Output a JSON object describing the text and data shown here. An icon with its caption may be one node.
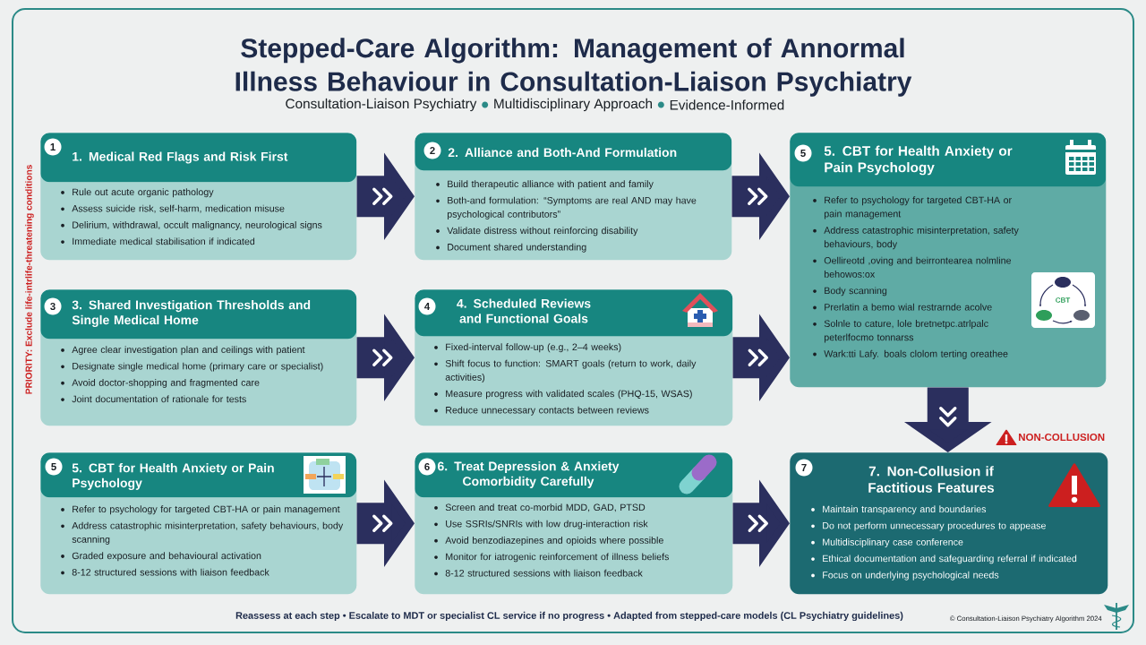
{
  "diagram": {
    "title": "Stepped-Care Algorithm: Management of Annormal Illness Behaviour in Consultation-Liaison Psychiatry",
    "nodes": [
      {
        "text": [
          "1",
          "1. Medical Red Flags and Risk First",
          "Rule out acute organic pathology",
          "Assess suicide risk, self-harm, medication misuse",
          "Delirium, withdrawal, occult malignancy, neurological signs",
          "Immediate medical stabilisation if indicated"
        ]
      },
      {
        "text": [
          "2",
          "2. Alliance and Both-And Formulation",
          "Build therapeutic alliance with patient and family",
          "Both-and formulation: “Symptoms are real AND may have psychological contributors”",
          "Validate distress without reinforcing disability",
          "Document shared understanding"
        ]
      },
      {
        "text": [
          "5",
          "5. CBT for Health Anxiety or Pain Psychology",
          "Refer to psychology for targeted CBT-HA or pain management",
          "Address catastrophic misinterpretation, safety behaviours, body",
          "Oellireotd ,oving and beirrontearea nolmline behowos:ox",
          "Body scanning",
          "Prerlatin a bemo wial restrarnde acolve",
          "Solnle to cature, lole bretnetpc.atrlpalc peterlfocmo tonnarss",
          "Wark:tti Lafy. boals clolom terting oreathee"
        ]
      },
      {
        "text": [
          "3",
          "3. Shared Investigation Thresholds and Single Medical Home",
          "Agree clear investigation plan and ceilings with patient",
          "Designate single medical home (primary care or specialist)",
          "Avoid doctor-shopping and fragmented care",
          "Joint documentation of rationale for tests"
        ]
      },
      {
        "text": [
          "4",
          "4. Scheduled Reviews and Functional Goals",
          "Fixed-interval follow-up (e.g., 2–4 weeks)",
          "Shift focus to function: SMART goals (return to work, daily activities)",
          "Measure progress with validated scales (PHQ-15, WSAS)",
          "Reduce unnecessary contacts between reviews"
        ]
      },
      {
        "text": [
          "5",
          "5. CBT for Health Anxiety or Pain Psychology",
          "Refer to psychology for targeted CBT-HA or pain management",
          "Address catastrophic misinterpretation, safety behaviours, body scanning",
          "Graded exposure and behavioural activation",
          "8-12 structured sessions with liaison feedback"
        ]
      },
      {
        "text": [
          "6",
          "6. Treat Depression & Anxiety Comorbidity Carefully",
          "Screen and treat co-morbid MDD, GAD, PTSD",
          "Use SSRIs/SNRIs with low drug-interaction risk",
          "Avoid benzodiazepines and opioids where possible",
          "Monitor for iatrogenic reinforcement of illness beliefs",
          "8-12 structured sessions with liaison feedback"
        ]
      },
      {
        "text": [
          "7",
          "7. Non-Collusion if Factitious Features",
          "Maintain transparency and boundaries",
          "Do not perform unnecessary procedures to appease",
          "Multidisciplinary case conference",
          "Ethical documentation and safeguarding referral if indicated",
          "Focus on underlying psychological needs"
        ],
        "beside": [
          "NON-COLLUSION"
        ]
      }
    ],
    "edges": [
      {
        "from": 0,
        "to": 1,
        "arrow": "to"
      },
      {
        "from": 1,
        "to": 2,
        "arrow": "to"
      },
      {
        "from": 3,
        "to": 4,
        "arrow": "to"
      },
      {
        "from": 4,
        "to": 2,
        "arrow": "to"
      },
      {
        "from": 5,
        "to": 6,
        "arrow": "to"
      },
      {
        "from": 6,
        "to": 7,
        "arrow": "to"
      },
      {
        "from": 2,
        "to": 7,
        "arrow": "to"
      }
    ],
    "labels": [
      "Consultation-Liaison Psychiatry",
      "Multidisciplinary Approach",
      "Evidence-Informed",
      "PRIORITY: Exclude life-intrlife-threatening conditions",
      "CBT",
      "Reassess at each step • Escalate to MDT or specialist CL service if no progress • Adapted from stepped-care models (CL Psychiatry guidelines)",
      "© Consultation-Liaison Psychiatry Algorithm 2024"
    ]
  }
}
